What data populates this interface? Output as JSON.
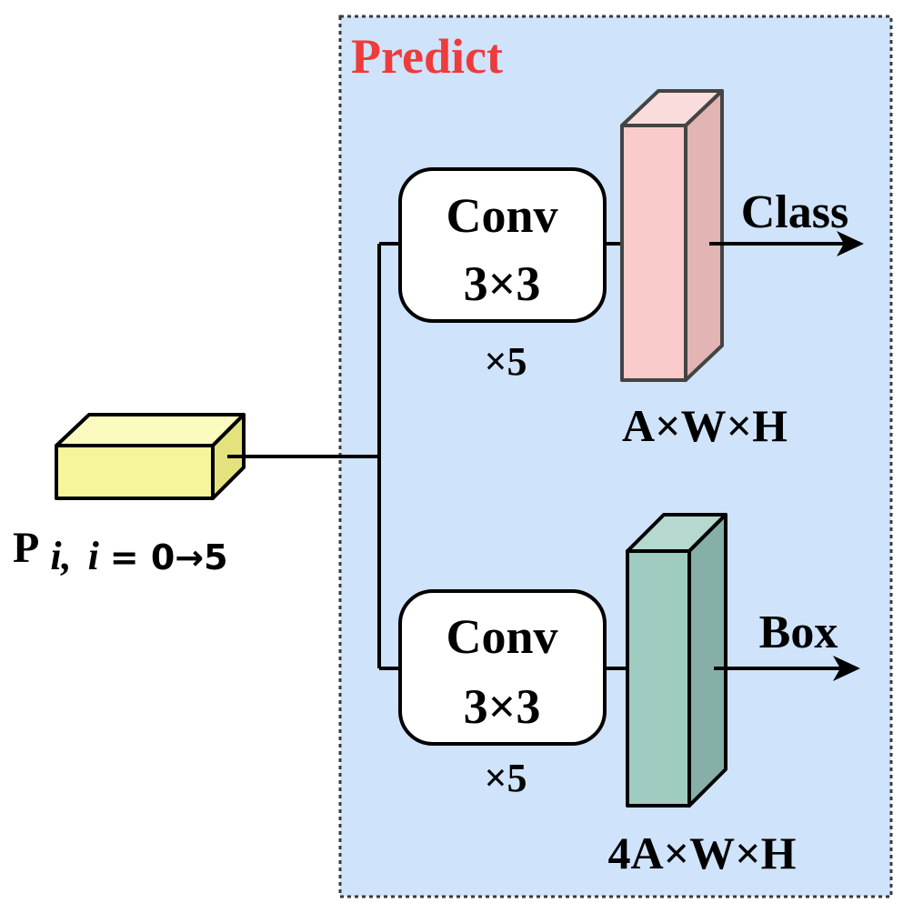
{
  "panel": {
    "title": "Predict",
    "title_color": "#ee3b3b",
    "fill": "#cfe3fb",
    "border_color": "#3a3a3a"
  },
  "input": {
    "label_p": "P",
    "label_sub": "i,",
    "label_i": "i",
    "label_rest": " = 0→5",
    "fill_front": "#f6f59a",
    "fill_top": "#fbfbc0",
    "fill_side": "#e3e27f"
  },
  "branches": [
    {
      "id": "class",
      "conv_line1": "Conv",
      "conv_line2": "3×3",
      "repeat": "×5",
      "output_label": "A×W×H",
      "arrow_label": "Class",
      "front": "#f9cbcb",
      "top": "#fbdcdc",
      "side": "#e2b4b4"
    },
    {
      "id": "box",
      "conv_line1": "Conv",
      "conv_line2": "3×3",
      "repeat": "×5",
      "output_label": "4A×W×H",
      "arrow_label": "Box",
      "front": "#9fcbc0",
      "top": "#b5d8cf",
      "side": "#86b0a7"
    }
  ],
  "colors": {
    "stroke": "#000000",
    "box_stroke": "#444444"
  }
}
